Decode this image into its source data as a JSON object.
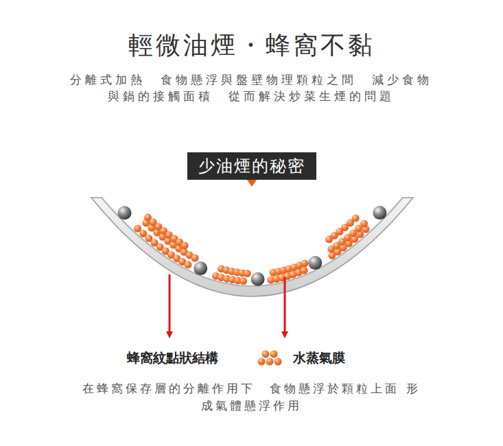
{
  "diagram": {
    "title": "輕微油煙・蜂窩不黏",
    "caption": "在蜂窩保存層的分離作用下　食物懸浮於顆粒上面 形成氣體懸浮作用",
    "nodes": [
      {
        "text": [
          "少油煙的秘密"
        ]
      }
    ],
    "labels": [
      "分離式加熱　食物懸浮與盤壁物理顆粒之間　減少食物 與鍋的接觸面積　從而解決炒菜生煙的問題",
      "蜂窩紋點狀結構",
      "水蒸氣膜"
    ]
  }
}
